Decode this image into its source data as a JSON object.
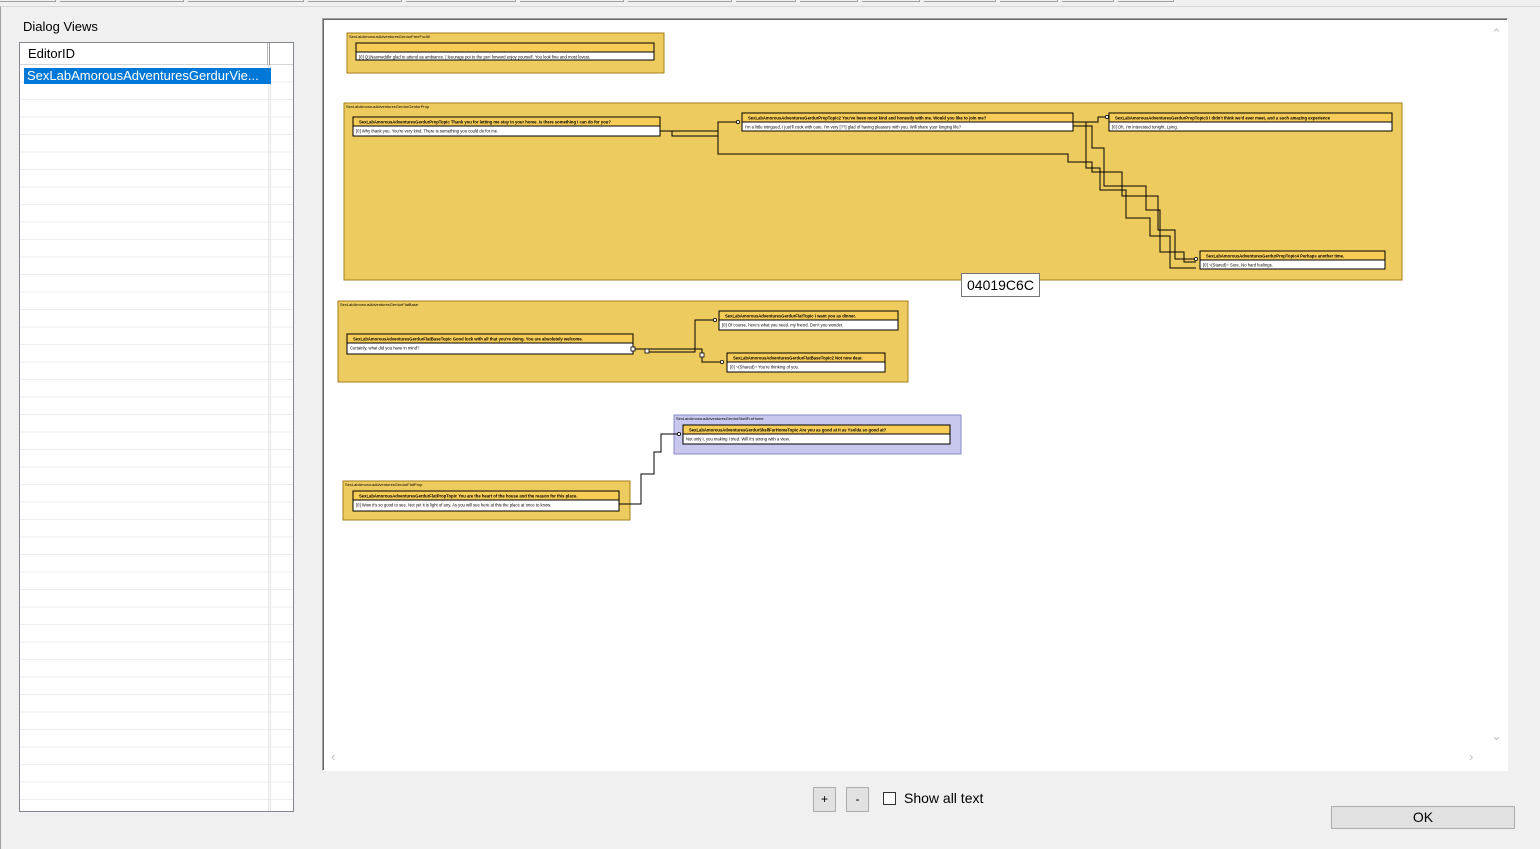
{
  "dialog_views": {
    "label": "Dialog Views",
    "column_header": "EditorID",
    "selected_item": "SexLabAmorousAdventuresGerdurVie..."
  },
  "canvas": {
    "tooltip_id": "04019C6C",
    "colors": {
      "group_fill": "#eecb5e",
      "group_border": "#a67c1b",
      "node_header": "#f7cc57",
      "selected_group_fill": "#c8c7ee",
      "connector": "#000000"
    },
    "groups": [
      {
        "title": "SexLabAmorousAdventuresGerdurFreeForAll",
        "nodes": [
          {
            "title": "",
            "text": "[0] Q1Naonwddkr glad to attend as ambiance. | leeurage poi to the pen forward enjoy yourself. You look fine and most lovest."
          }
        ]
      },
      {
        "title": "SexLabAmorousAdventuresGerdurGerdurProp",
        "nodes": [
          {
            "title": "SexLabAmorousAdventuresGerdurPropTopic   Thank you for letting me stay in your home. Is there something I can do for you?",
            "text": "[0] Why thank you. You're very kind. There is something you could do for me."
          },
          {
            "title": "SexLabAmorousAdventuresGerdurPropTopic2   You've been most kind and honestly with me. Would you like to join me?",
            "text": "I'm a little intrigued, I just'll cook with care. I'm very [??] glad of having pleasure with you. Will share your longing life?"
          },
          {
            "title": "SexLabAmorousAdventuresGerdurPropTopic3   I didn't think we'd ever meet, and a such amazing experience",
            "text": "[0] Oh, I'm interested tonight. Lying."
          },
          {
            "title": "SexLabAmorousAdventuresGerdurPropTopic4   Perhaps another time.",
            "text": "[0] ~(Stared)~ Sure. No hard feelings."
          }
        ]
      },
      {
        "title": "SexLabAmorousAdventuresGerdurFlatBase",
        "nodes": [
          {
            "title": "SexLabAmorousAdventuresGerdurFlatBaseTopic   Good luck with all that you're doing. You are absolutely welcome.",
            "text": "Certainly, what did you have in mind?"
          },
          {
            "title": "SexLabAmorousAdventuresGerdurFlatTopic   I want you as dinner.",
            "text": "[0] Of course, here's what you need. my friend. Don't you wonder."
          },
          {
            "title": "SexLabAmorousAdventuresGerdurFlatBaseTopic2   Not now dear.",
            "text": "[0] ~(Shared)~ You're thinking of you."
          }
        ]
      },
      {
        "title": "SexLabAmorousAdventuresGerdurSkellFurHome",
        "nodes": [
          {
            "title": "SexLabAmorousAdventuresGerdurSkellFurHomeTopic   Are you as good at it as Ysolda so good at?",
            "text": "Not only I, you making I tried. Will it's strong with a view."
          }
        ]
      },
      {
        "title": "SexLabAmorousAdventuresGerdurFlatProp",
        "nodes": [
          {
            "title": "SexLabAmorousAdventuresGerdurFlatPropTopic   You are the heart of the house and the reason for this place.",
            "text": "[0] Wow it's so good to see. Not yet it is light of any. As you will see here at this the place at once to know."
          }
        ]
      }
    ]
  },
  "controls": {
    "zoom_in": "+",
    "zoom_out": "-",
    "show_all_text": "Show all text",
    "ok": "OK"
  }
}
